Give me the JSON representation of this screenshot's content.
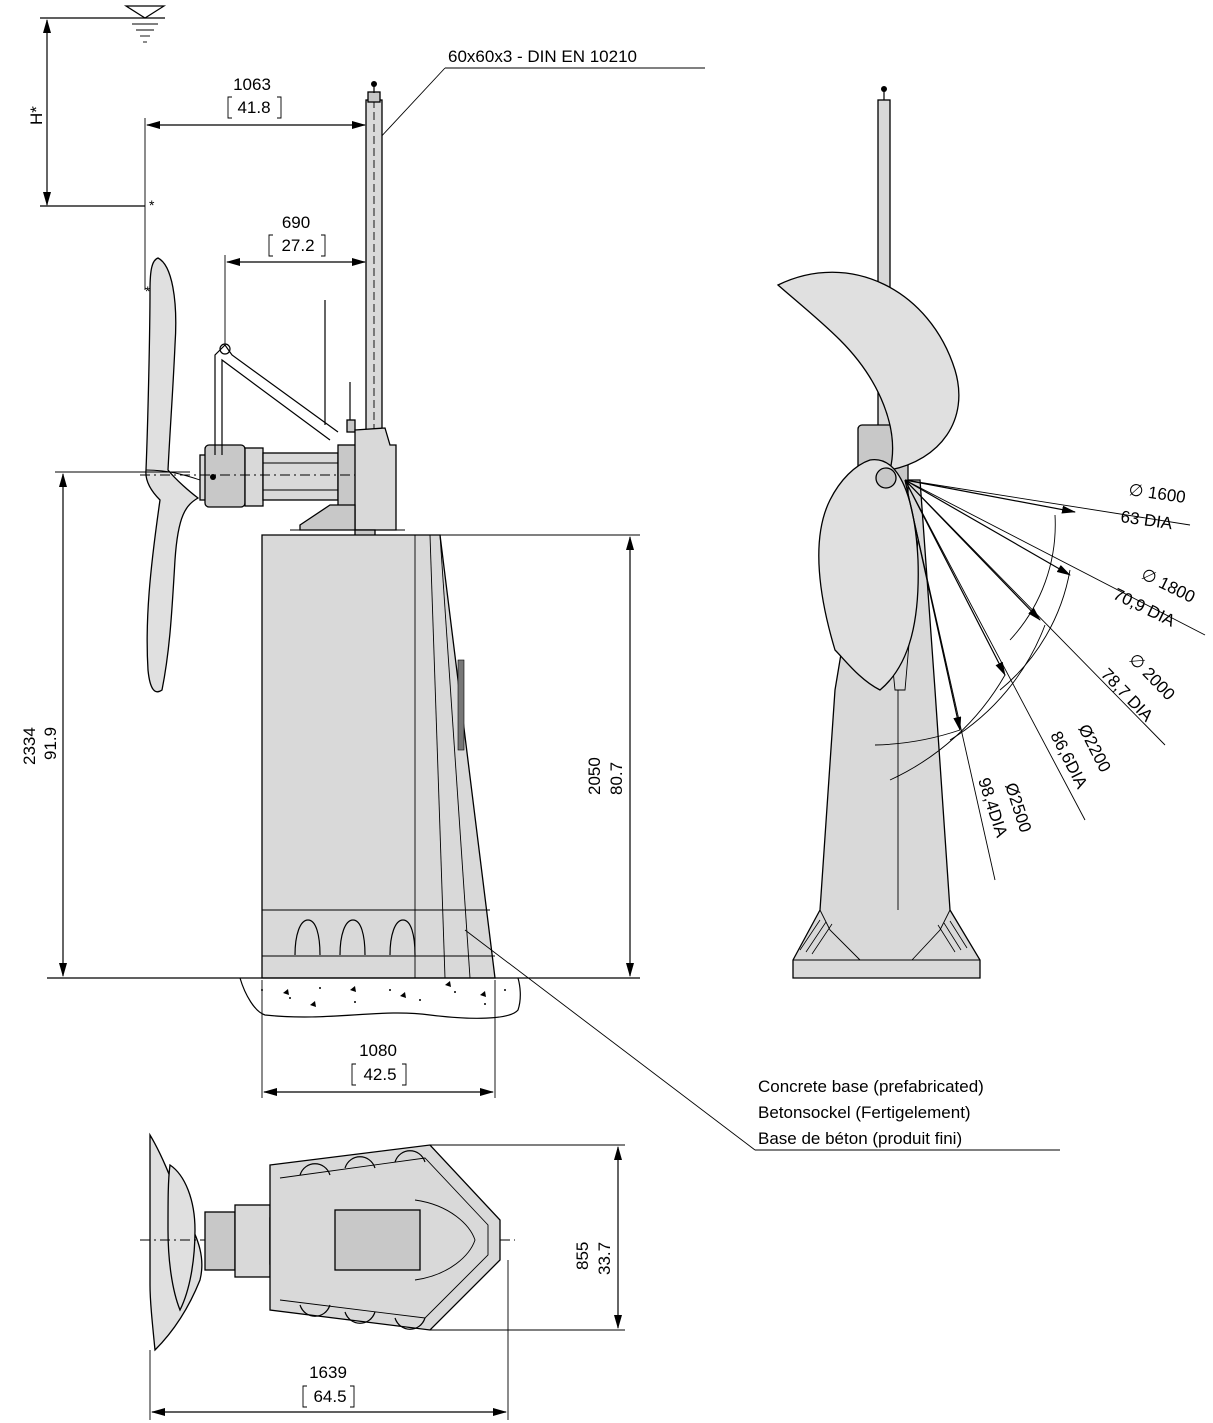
{
  "water_level_label": "H*",
  "profile_label": "60x60x3 - DIN EN 10210",
  "dims": {
    "d1063": {
      "mm": "1063",
      "in": "41.8"
    },
    "d690": {
      "mm": "690",
      "in": "27.2"
    },
    "d2334": {
      "mm": "2334",
      "in": "91.9"
    },
    "d2050": {
      "mm": "2050",
      "in": "80.7"
    },
    "d1080": {
      "mm": "1080",
      "in": "42.5"
    },
    "d855": {
      "mm": "855",
      "in": "33.7"
    },
    "d1639": {
      "mm": "1639",
      "in": "64.5"
    }
  },
  "diameters": [
    {
      "mm": "∅ 1600",
      "in": "63 DIA"
    },
    {
      "mm": "∅ 1800",
      "in": "70,9 DIA"
    },
    {
      "mm": "∅ 2000",
      "in": "78,7 DIA"
    },
    {
      "mm": "Ø2200",
      "in": "86,6DIA"
    },
    {
      "mm": "Ø2500",
      "in": "98,4DIA"
    }
  ],
  "concrete_note": [
    "Concrete base (prefabricated)",
    "Betonsockel (Fertigelement)",
    "Base de béton (produit fini)"
  ],
  "colors": {
    "line": "#000000",
    "fill": "#d9d9d9",
    "background": "#ffffff"
  }
}
